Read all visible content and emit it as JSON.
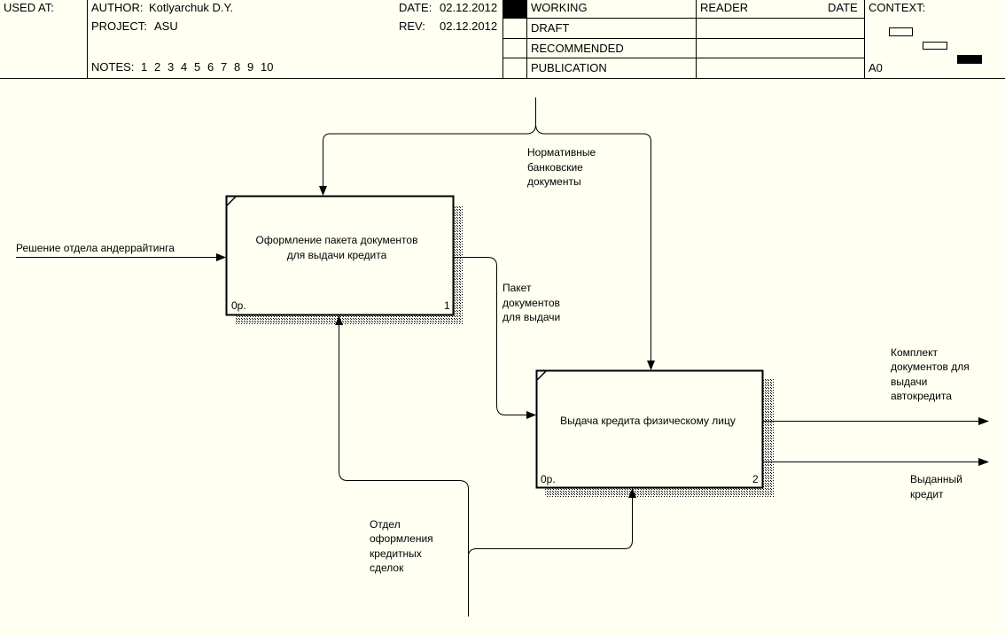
{
  "header": {
    "used_at": "USED AT:",
    "author_label": "AUTHOR:",
    "author": "Kotlyarchuk D.Y.",
    "project_label": "PROJECT:",
    "project": "ASU",
    "notes_label": "NOTES:",
    "notes": [
      "1",
      "2",
      "3",
      "4",
      "5",
      "6",
      "7",
      "8",
      "9",
      "10"
    ],
    "date_label": "DATE:",
    "date": "02.12.2012",
    "rev_label": "REV:",
    "rev": "02.12.2012",
    "status": [
      "WORKING",
      "DRAFT",
      "RECOMMENDED",
      "PUBLICATION"
    ],
    "reader_label": "READER",
    "reader_date_label": "DATE",
    "context_label": "CONTEXT:",
    "node": "A0"
  },
  "diagram": {
    "activities": [
      {
        "lines": [
          "Оформление пакета документов",
          "для выдачи кредита"
        ],
        "cost": "0р.",
        "number": "1"
      },
      {
        "lines": [
          "Выдача кредита физическому лицу"
        ],
        "cost": "0р.",
        "number": "2"
      }
    ],
    "arrows": {
      "input_decision": [
        "Решение отдела андеррайтинга"
      ],
      "control_documents": [
        "Нормативные",
        "банковские",
        "документы"
      ],
      "package_documents": [
        "Пакет",
        "документов",
        "для выдачи"
      ],
      "output_package": [
        "Комплект",
        "документов для",
        "выдачи",
        "автокредита"
      ],
      "output_credit": [
        "Выданный",
        "кредит"
      ],
      "mechanism_department": [
        "Отдел",
        "оформления",
        "кредитных",
        "сделок"
      ]
    }
  }
}
